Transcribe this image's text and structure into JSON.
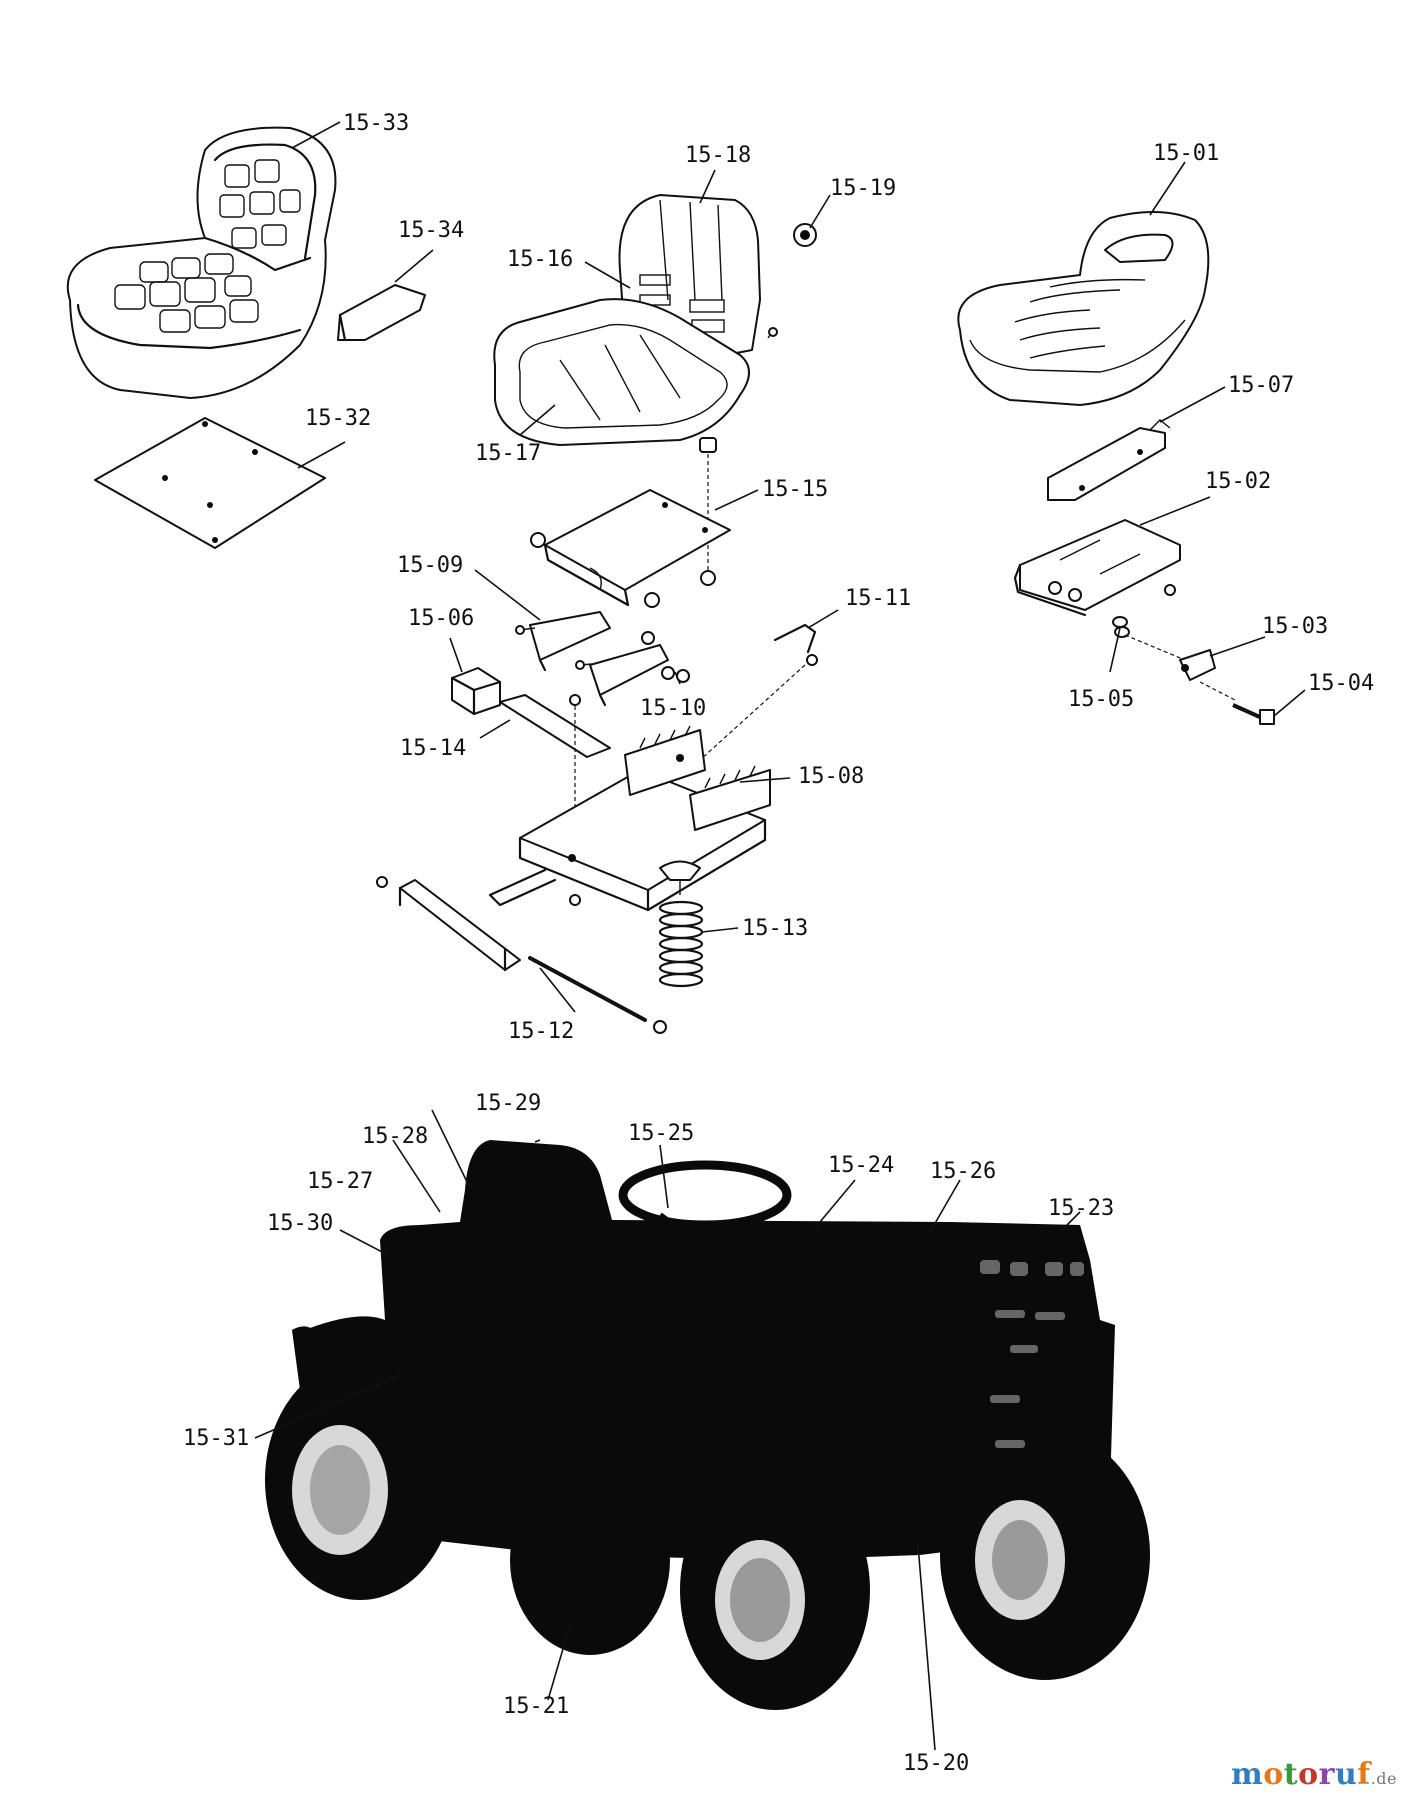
{
  "callouts": [
    {
      "id": "15-33",
      "text": "15-33"
    },
    {
      "id": "15-34",
      "text": "15-34"
    },
    {
      "id": "15-32",
      "text": "15-32"
    },
    {
      "id": "15-18",
      "text": "15-18"
    },
    {
      "id": "15-19",
      "text": "15-19"
    },
    {
      "id": "15-16",
      "text": "15-16"
    },
    {
      "id": "15-17",
      "text": "15-17"
    },
    {
      "id": "15-15",
      "text": "15-15"
    },
    {
      "id": "15-09",
      "text": "15-09"
    },
    {
      "id": "15-06",
      "text": "15-06"
    },
    {
      "id": "15-10",
      "text": "15-10"
    },
    {
      "id": "15-11",
      "text": "15-11"
    },
    {
      "id": "15-14",
      "text": "15-14"
    },
    {
      "id": "15-08",
      "text": "15-08"
    },
    {
      "id": "15-13",
      "text": "15-13"
    },
    {
      "id": "15-12",
      "text": "15-12"
    },
    {
      "id": "15-01",
      "text": "15-01"
    },
    {
      "id": "15-07",
      "text": "15-07"
    },
    {
      "id": "15-02",
      "text": "15-02"
    },
    {
      "id": "15-03",
      "text": "15-03"
    },
    {
      "id": "15-04",
      "text": "15-04"
    },
    {
      "id": "15-05",
      "text": "15-05"
    },
    {
      "id": "15-29",
      "text": "15-29"
    },
    {
      "id": "15-28",
      "text": "15-28"
    },
    {
      "id": "15-27",
      "text": "15-27"
    },
    {
      "id": "15-30",
      "text": "15-30"
    },
    {
      "id": "15-25",
      "text": "15-25"
    },
    {
      "id": "15-24",
      "text": "15-24"
    },
    {
      "id": "15-26",
      "text": "15-26"
    },
    {
      "id": "15-23",
      "text": "15-23"
    },
    {
      "id": "15-31",
      "text": "15-31"
    },
    {
      "id": "15-21",
      "text": "15-21"
    },
    {
      "id": "15-20",
      "text": "15-20"
    }
  ],
  "watermark": {
    "logo_text": "motoruf.de",
    "main": "motoruf",
    "tld": ".de",
    "letter_colors": [
      "#2f7fc0",
      "#e07a1f",
      "#3a9a3a",
      "#c0392b",
      "#8e44ad",
      "#2f7fc0",
      "#e07a1f"
    ]
  }
}
